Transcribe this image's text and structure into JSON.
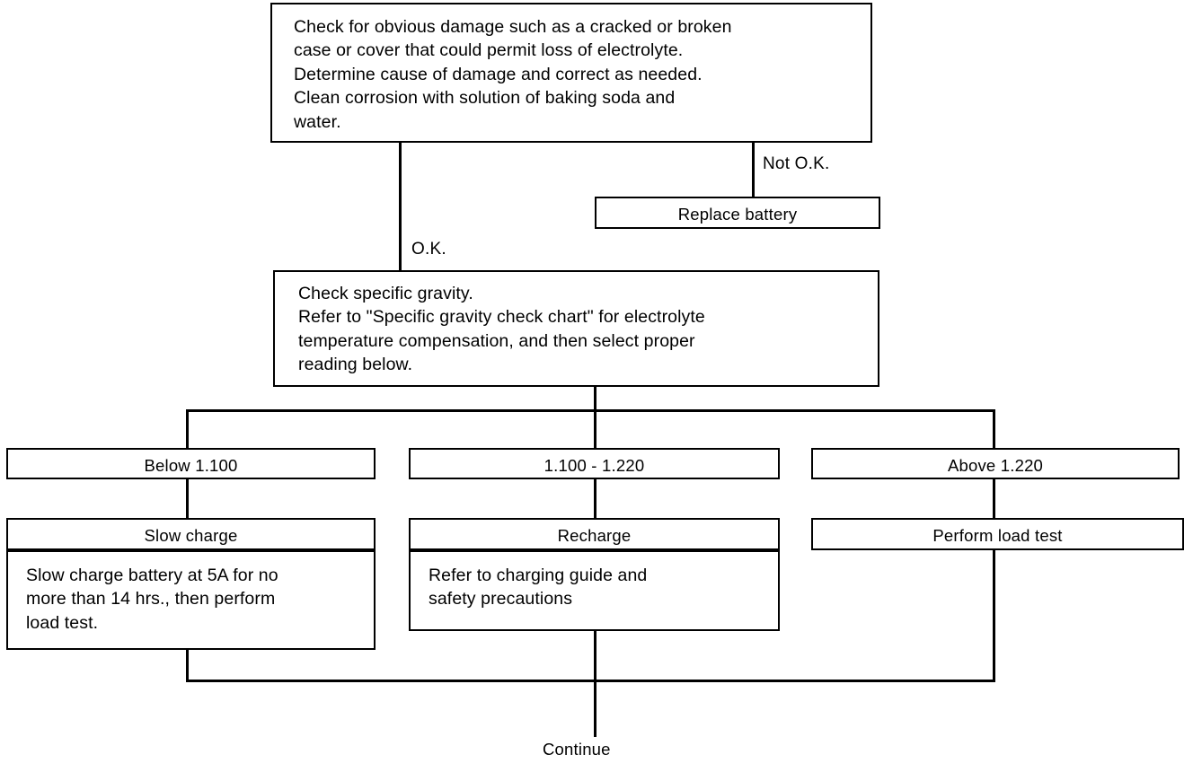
{
  "diagram": {
    "title": "Battery diagnosis flowchart",
    "line_color": "#000000",
    "background_color": "#ffffff"
  },
  "nodes": {
    "inspect_damage": {
      "text": "Check for obvious damage such as a cracked or broken\ncase or cover that could permit loss of electrolyte.\nDetermine cause of damage and correct as needed.\nClean corrosion with solution of baking soda and\nwater."
    },
    "replace_battery": {
      "text": "Replace battery"
    },
    "check_specific_gravity": {
      "text": "Check specific gravity.\nRefer to \"Specific gravity check chart\" for electrolyte\ntemperature compensation, and then select proper\nreading below."
    },
    "range_below": {
      "text": "Below 1.100"
    },
    "range_middle": {
      "text": "1.100 - 1.220"
    },
    "range_above": {
      "text": "Above 1.220"
    },
    "slow_charge_header": {
      "text": "Slow charge"
    },
    "slow_charge_body": {
      "text": "Slow charge battery at 5A for no\nmore than 14 hrs., then perform\nload test."
    },
    "recharge_header": {
      "text": "Recharge"
    },
    "recharge_body": {
      "text": "Refer to charging guide and\nsafety precautions"
    },
    "perform_load_test": {
      "text": "Perform load test"
    }
  },
  "edge_labels": {
    "not_ok": "Not O.K.",
    "ok": "O.K."
  },
  "terminals": {
    "continue": "Continue"
  }
}
